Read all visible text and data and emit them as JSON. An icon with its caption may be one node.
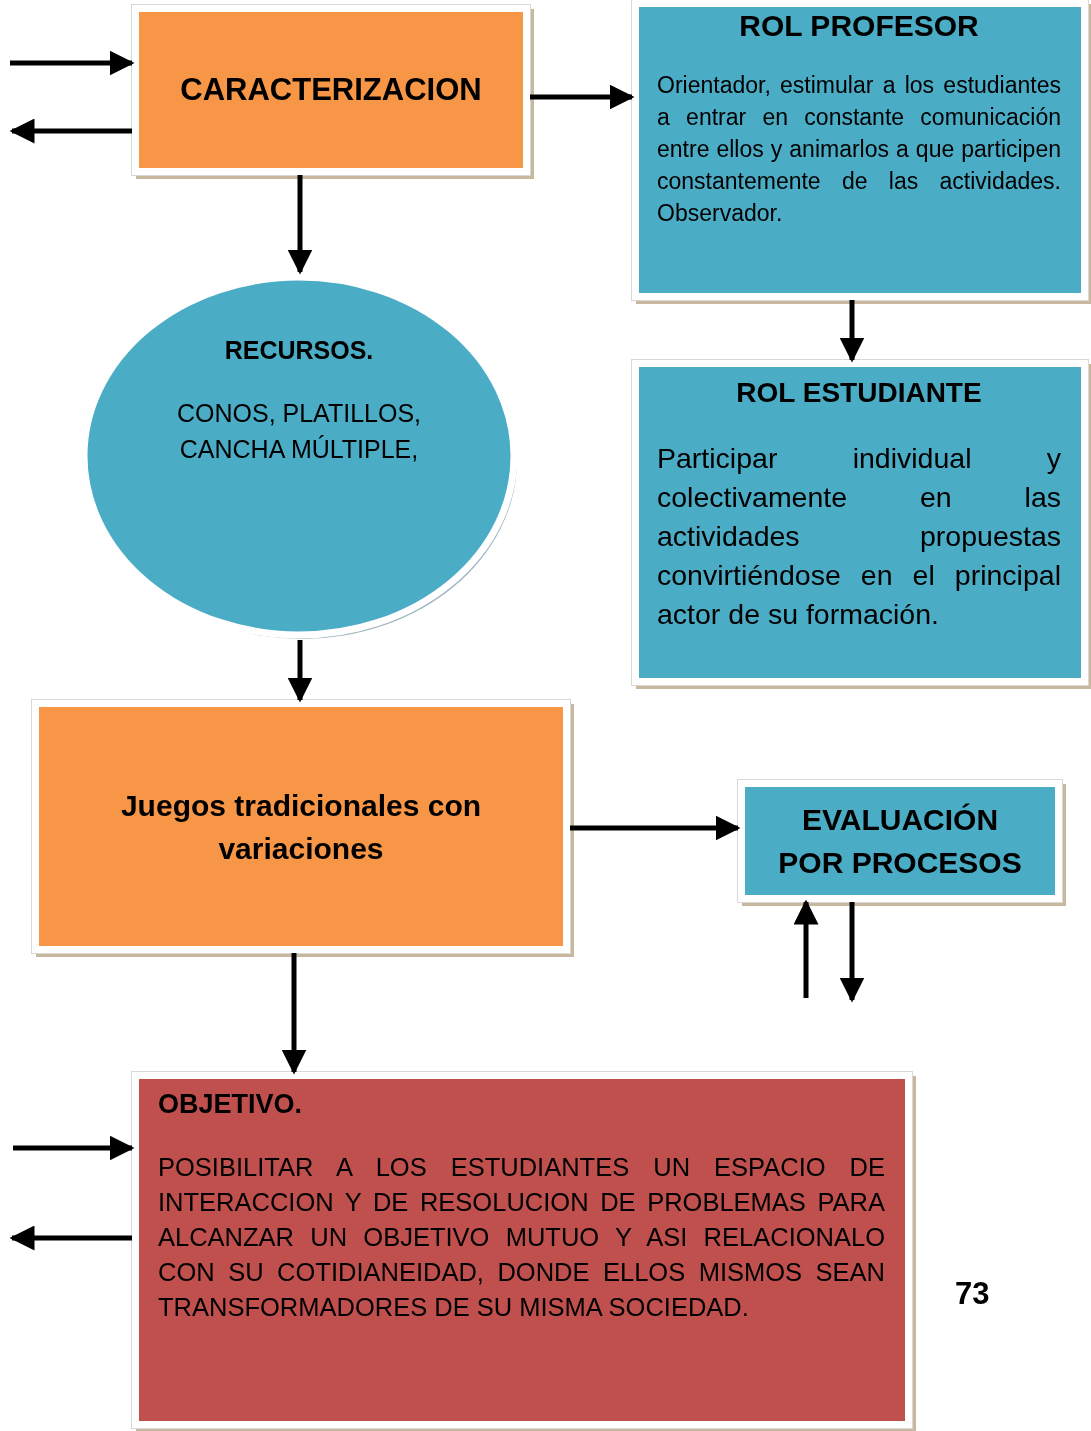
{
  "diagram": {
    "nodes": [
      {
        "text": [
          "CARACTERIZACION"
        ]
      },
      {
        "text": [
          "ROL PROFESOR",
          "Orientador, estimular a los estudiantes a entrar en constante comunicación entre ellos y animarlos a que participen constantemente de las actividades. Observador."
        ]
      },
      {
        "text": [
          "RECURSOS.",
          "CONOS, PLATILLOS, CANCHA MÚLTIPLE,"
        ]
      },
      {
        "text": [
          "ROL ESTUDIANTE",
          "Participar individual y colectivamente en las actividades propuestas convirtiéndose en el principal actor de su formación."
        ]
      },
      {
        "text": [
          "Juegos tradicionales con variaciones"
        ]
      },
      {
        "text": [
          "EVALUACIÓN POR PROCESOS"
        ]
      },
      {
        "text": [
          "OBJETIVO.",
          "POSIBILITAR  A LOS ESTUDIANTES UN ESPACIO DE INTERACCION Y DE RESOLUCION DE PROBLEMAS PARA ALCANZAR UN OBJETIVO MUTUO Y ASI RELACIONALO CON SU COTIDIANEIDAD, DONDE ELLOS MISMOS SEAN TRANSFORMADORES DE SU MISMA SOCIEDAD."
        ]
      }
    ],
    "edges": [
      {
        "from": null,
        "to": 0,
        "arrow": "to"
      },
      {
        "from": 0,
        "to": null,
        "arrow": "to"
      },
      {
        "from": 0,
        "to": 1,
        "arrow": "to"
      },
      {
        "from": 0,
        "to": 2,
        "arrow": "to"
      },
      {
        "from": 1,
        "to": 3,
        "arrow": "to"
      },
      {
        "from": 2,
        "to": 4,
        "arrow": "to"
      },
      {
        "from": 4,
        "to": 5,
        "arrow": "to"
      },
      {
        "from": null,
        "to": 5,
        "arrow": "to"
      },
      {
        "from": 5,
        "to": null,
        "arrow": "to"
      },
      {
        "from": 4,
        "to": 6,
        "arrow": "to"
      },
      {
        "from": null,
        "to": 6,
        "arrow": "to"
      },
      {
        "from": 6,
        "to": null,
        "arrow": "to"
      }
    ],
    "labels": [
      "73"
    ]
  }
}
